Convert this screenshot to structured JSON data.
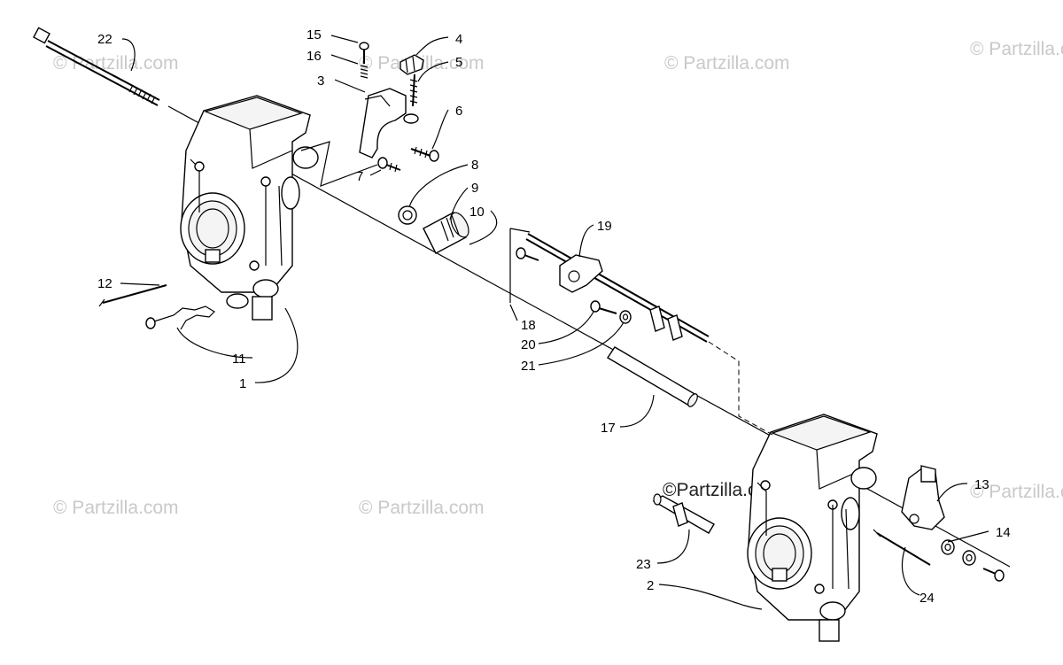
{
  "watermark": {
    "text": "© Partzilla.com",
    "main_text": "©Partzilla.com"
  },
  "callouts": {
    "c1": "1",
    "c2": "2",
    "c3": "3",
    "c4": "4",
    "c5": "5",
    "c6": "6",
    "c7": "7",
    "c8": "8",
    "c9": "9",
    "c10": "10",
    "c11": "11",
    "c12": "12",
    "c13": "13",
    "c14": "14",
    "c15": "15",
    "c16": "16",
    "c17": "17",
    "c18": "18",
    "c19": "19",
    "c20": "20",
    "c21": "21",
    "c22": "22",
    "c23": "23",
    "c24": "24"
  }
}
